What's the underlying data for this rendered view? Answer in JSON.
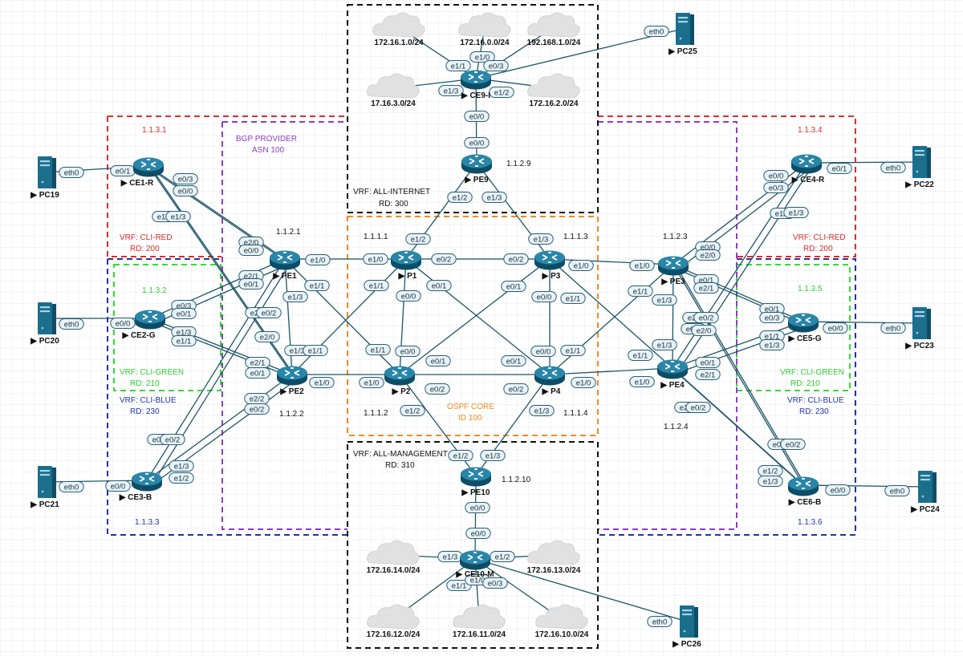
{
  "colors": {
    "grid": "#dde2ea",
    "region_red": "#e32b2b",
    "region_green": "#33dd33",
    "region_blue": "#2233aa",
    "region_purple": "#8e3cc8",
    "region_orange": "#f08c1e",
    "region_black": "#111111",
    "router": "#1c6e8c",
    "link": "#1f5569",
    "port_fill": "#e8f3f8",
    "port_stroke": "#2c5d74",
    "cloud": "#e1e1e1",
    "server": "#1b6f8d"
  },
  "labels": {
    "bgp": "BGP PROVIDER",
    "asn": "ASN 100",
    "vrf_internet": "VRF: ALL-INTERNET",
    "rd_internet": "RD: 300",
    "vrf_mgmt": "VRF: ALL-MANAGEMENT",
    "rd_mgmt": "RD: 310",
    "ospf": "OSPF CORE",
    "ospf_id": "ID 100",
    "vrf_red_l": "VRF: CLI-RED",
    "rd_red_l": "RD: 200",
    "vrf_green_l": "VRF: CLI-GREEN",
    "rd_green_l": "RD: 210",
    "vrf_blue_l": "VRF: CLI-BLUE",
    "rd_blue_l": "RD: 230",
    "vrf_red_r": "VRF: CLI-RED",
    "rd_red_r": "RD: 200",
    "vrf_green_r": "VRF: CLI-GREEN",
    "rd_green_r": "RD: 210",
    "vrf_blue_r": "VRF: CLI-BLUE",
    "rd_blue_r": "RD: 230",
    "id_ce1": "1.1.3.1",
    "id_ce2": "1.1.3.2",
    "id_ce3": "1.1.3.3",
    "id_ce4": "1.1.3.4",
    "id_ce5": "1.1.3.5",
    "id_ce6": "1.1.3.6",
    "id_pe1": "1.1.2.1",
    "id_pe2": "1.1.2.2",
    "id_pe3": "1.1.2.3",
    "id_pe4": "1.1.2.4",
    "id_pe9": "1.1.2.9",
    "id_pe10": "1.1.2.10",
    "id_p1": "1.1.1.1",
    "id_p2": "1.1.1.2",
    "id_p3": "1.1.1.3",
    "id_p4": "1.1.1.4"
  },
  "routers": {
    "ce1": "CE1-R",
    "ce2": "CE2-G",
    "ce3": "CE3-B",
    "ce4": "CE4-R",
    "ce5": "CE5-G",
    "ce6": "CE6-B",
    "pe1": "PE1",
    "pe2": "PE2",
    "pe3": "PE3",
    "pe4": "PE4",
    "pe9": "PE9",
    "pe10": "PE10",
    "p1": "P1",
    "p2": "P2",
    "p3": "P3",
    "p4": "P4",
    "ce9": "CE9-I",
    "ce10": "CE10-M"
  },
  "pcs": {
    "pc19": "PC19",
    "pc20": "PC20",
    "pc21": "PC21",
    "pc22": "PC22",
    "pc23": "PC23",
    "pc24": "PC24",
    "pc25": "PC25",
    "pc26": "PC26"
  },
  "clouds": {
    "c1": "172.16.1.0/24",
    "c2": "172.16.0.0/24",
    "c3": "192.168.1.0/24",
    "c4": "17.16.3.0/24",
    "c5": "172.16.2.0/24",
    "c6": "172.16.14.0/24",
    "c7": "172.16.13.0/24",
    "c8": "172.16.12.0/24",
    "c9": "172.16.11.0/24",
    "c10": "172.16.10.0/24"
  },
  "ports": {
    "eth0": "eth0",
    "e0_0": "e0/0",
    "e0_1": "e0/1",
    "e0_2": "e0/2",
    "e0_3": "e0/3",
    "e1_0": "e1/0",
    "e1_1": "e1/1",
    "e1_2": "e1/2",
    "e1_3": "e1/3",
    "e2_0": "e2/0",
    "e2_1": "e2/1",
    "e2_2": "e2/2"
  }
}
